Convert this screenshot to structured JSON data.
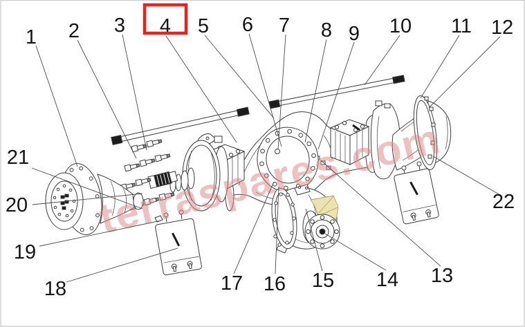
{
  "diagram": {
    "watermark_text": "terraspares.com",
    "highlighted_part": "4",
    "callouts": [
      {
        "label": "1"
      },
      {
        "label": "2"
      },
      {
        "label": "3"
      },
      {
        "label": "4"
      },
      {
        "label": "5"
      },
      {
        "label": "6"
      },
      {
        "label": "7"
      },
      {
        "label": "8"
      },
      {
        "label": "9"
      },
      {
        "label": "10"
      },
      {
        "label": "11"
      },
      {
        "label": "12"
      },
      {
        "label": "13"
      },
      {
        "label": "14"
      },
      {
        "label": "15"
      },
      {
        "label": "16"
      },
      {
        "label": "17"
      },
      {
        "label": "18"
      },
      {
        "label": "19"
      },
      {
        "label": "20"
      },
      {
        "label": "21"
      },
      {
        "label": "22"
      }
    ],
    "colors": {
      "highlight_box": "#e8251d",
      "watermark": "#dd8585",
      "line_art": "#3b3b3b",
      "gear_highlight": "#ece3ae",
      "border": "#c9c9c9"
    }
  }
}
